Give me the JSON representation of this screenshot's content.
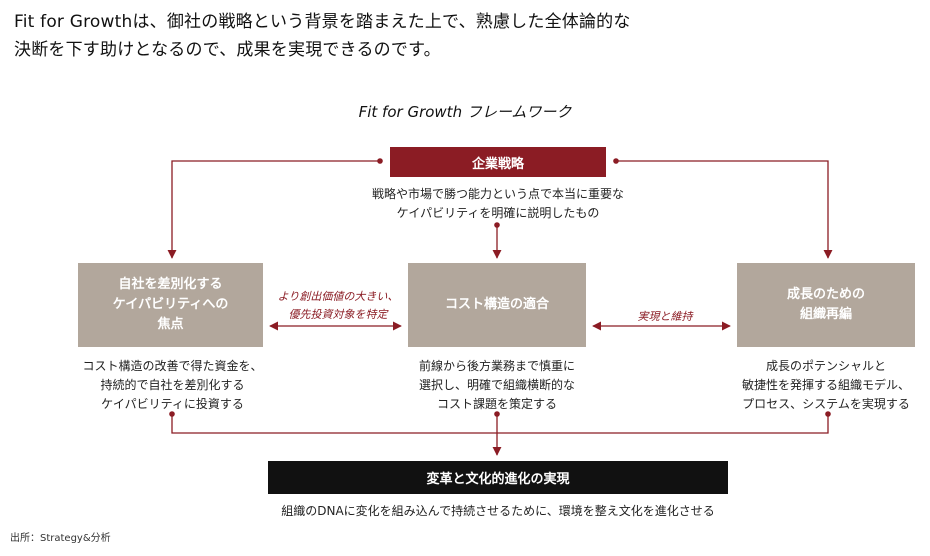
{
  "heading": {
    "line1": "Fit for Growthは、御社の戦略という背景を踏まえた上で、熟慮した全体論的な",
    "line2": "決断を下す助けとなるので、成果を実現できるのです。"
  },
  "framework": {
    "title": "Fit for Growth フレームワーク",
    "strategy": {
      "label": "企業戦略",
      "description": "戦略や市場で勝つ能力という点で本当に重要な\nケイパビリティを明確に説明したもの"
    },
    "left": {
      "label": "自社を差別化する\nケイパビリティへの\n焦点",
      "description": "コスト構造の改善で得た資金を、\n持続的で自社を差別化する\nケイパビリティに投資する"
    },
    "center": {
      "label": "コスト構造の適合",
      "description": "前線から後方業務まで慎重に\n選択し、明確で組織横断的な\nコスト課題を策定する"
    },
    "right": {
      "label": "成長のための\n組織再編",
      "description": "成長のポテンシャルと\n敏捷性を発揮する組織モデル、\nプロセス、システムを実現する"
    },
    "bottom": {
      "label": "変革と文化的進化の実現",
      "description": "組織のDNAに変化を組み込んで持続させるために、環境を整え文化を進化させる"
    },
    "arrow_left_label": "より創出価値の大きい、\n優先投資対象を特定",
    "arrow_right_label": "実現と維持"
  },
  "source": "出所：Strategy&分析",
  "colors": {
    "accent": "#8b1c24",
    "grey_box": "#b2a79c",
    "dark_box": "#111111"
  }
}
